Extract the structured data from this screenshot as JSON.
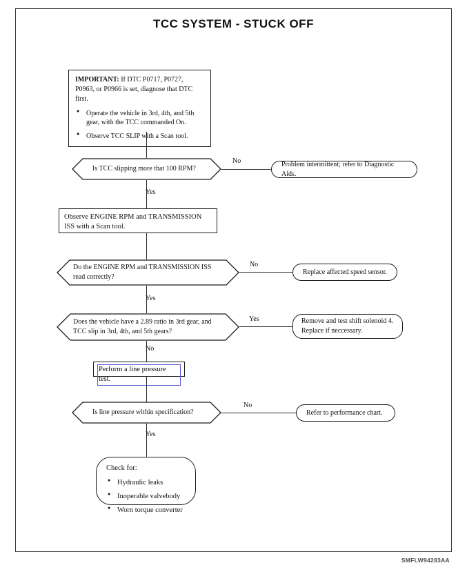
{
  "document": {
    "title": "TCC SYSTEM - STUCK OFF",
    "code": "SMFLW94283AA"
  },
  "important": {
    "label": "IMPORTANT:",
    "lead": " If DTC P0717, P0727, P0963, or P0966 is set, diagnose that DTC first.",
    "bullets": [
      "Operate the vehicle in 3rd, 4th, and 5th gear, with the TCC commanded On.",
      "Observe TCC SLIP with a Scan tool."
    ]
  },
  "steps": {
    "decision_1": "Is TCC slipping more that 100 RPM?",
    "decision_1_branch_label": "No",
    "decision_1_down_label": "Yes",
    "result_1": "Problem intermittent; refer to Diagnostic Aids.",
    "process_1": "Observe ENGINE RPM and TRANSMISSION ISS with a Scan tool.",
    "decision_2_line1": "Do the ENGINE RPM and TRANSMISSION ISS",
    "decision_2_line2": "read correctly?",
    "decision_2_branch_label": "No",
    "decision_2_down_label": "Yes",
    "result_2": "Replace affected speed sensor.",
    "decision_3_line1": "Does the vehicle have a 2.89 ratio in 3rd gear, and",
    "decision_3_line2": "TCC slip in 3rd, 4th, and 5th gears?",
    "decision_3_branch_label": "Yes",
    "decision_3_down_label": "No",
    "result_3_line1": "Remove and test shift solenoid 4.",
    "result_3_line2": "Replace if neccessary.",
    "process_2": "Perform a line pressure test.",
    "decision_4": "Is line pressure within specification?",
    "decision_4_branch_label": "No",
    "decision_4_down_label": "Yes",
    "result_4": "Refer to performance chart.",
    "final_heading": "Check for:",
    "final_bullets": [
      "Hydraulic leaks",
      "Inoperable valvebody",
      "Worn torque converter"
    ]
  },
  "colors": {
    "ink": "#1a1a1a",
    "selection_outline": "#5a5ad0",
    "frame": "#3a3a3a"
  }
}
